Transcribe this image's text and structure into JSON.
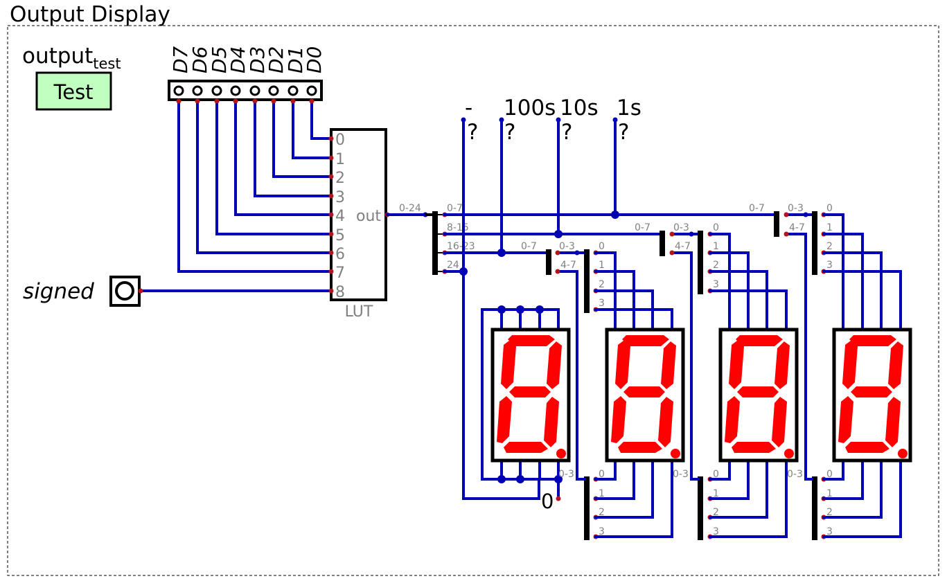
{
  "title": "Output Display",
  "test_case": {
    "name": "output",
    "subscript": "test",
    "button_label": "Test"
  },
  "dip_switch": {
    "labels": [
      "D7",
      "D6",
      "D5",
      "D4",
      "D3",
      "D2",
      "D1",
      "D0"
    ]
  },
  "signed_input": {
    "label": "signed"
  },
  "lut": {
    "name": "LUT",
    "input_pins": [
      "0",
      "1",
      "2",
      "3",
      "4",
      "5",
      "6",
      "7",
      "8"
    ],
    "output_pin": "out",
    "output_bits": "0-24"
  },
  "splitter_main": {
    "outputs": [
      "0-7",
      "8-15",
      "16-23",
      "24"
    ]
  },
  "probes": [
    {
      "label": "-",
      "value": "?"
    },
    {
      "label": "100s",
      "value": "?"
    },
    {
      "label": "10s",
      "value": "?"
    },
    {
      "label": "1s",
      "value": "?"
    }
  ],
  "sub_splitter": {
    "input": "0-7",
    "outputs": [
      "0-3",
      "4-7"
    ]
  },
  "nibble_splitter": {
    "input": "0-3",
    "outputs": [
      "0",
      "1",
      "2",
      "3"
    ]
  },
  "constant": {
    "value": "0"
  },
  "colors": {
    "wire": "#0000b4",
    "pin": "#b4141e",
    "segment": "#ff0000",
    "test_bg": "#c0ffc0"
  }
}
